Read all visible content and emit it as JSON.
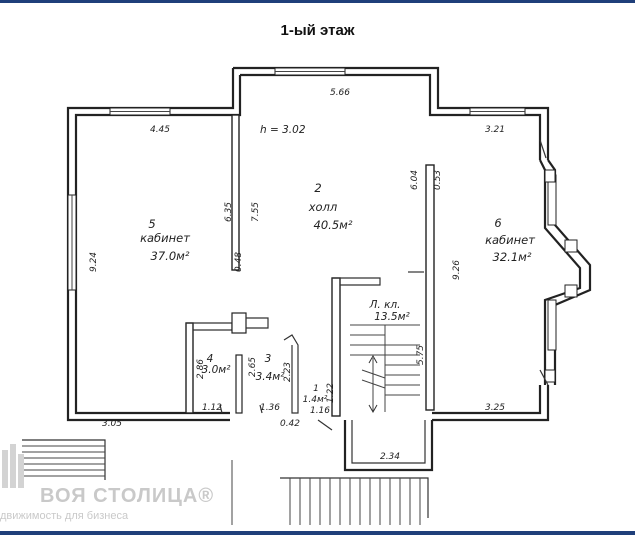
{
  "title": "1-ый этаж",
  "rooms": [
    {
      "number": "2",
      "name": "холл",
      "area": "40.5м²"
    },
    {
      "number": "5",
      "name": "кабинет",
      "area": "37.0м²"
    },
    {
      "number": "6",
      "name": "кабинет",
      "area": "32.1м²"
    },
    {
      "number": "4",
      "area": "3.0м²"
    },
    {
      "number": "3",
      "area": "3.4м²"
    },
    {
      "number": "1",
      "area": "1.4м²"
    },
    {
      "name": "Л. кл.",
      "area": "13.5м²"
    }
  ],
  "height_label": "h = 3.02",
  "dimensions": {
    "top_hall": "5.66",
    "top_left": "4.45",
    "top_right": "3.21",
    "hall_left_wall": "7.55",
    "wall_635": "6.35",
    "wall_048": "0.48",
    "hall_right": "6.04",
    "right_053": "0.53",
    "left_side": "9.24",
    "right_side": "9.26",
    "bottom_left": "3.05",
    "room4_w": "1.12",
    "room3_w": "1.36",
    "room4_h": "2.86",
    "room3_h": "2.65",
    "room3_223": "2.23",
    "stair_575": "5.75",
    "hall_122": "1.22",
    "bottom_right": "3.25",
    "room1_116": "1.16",
    "bottom_042": "0.42",
    "stair_bottom": "2.34"
  },
  "watermark": {
    "name": "ВОЯ СТОЛИЦА®",
    "subtitle": "движимость для бизнеса"
  }
}
